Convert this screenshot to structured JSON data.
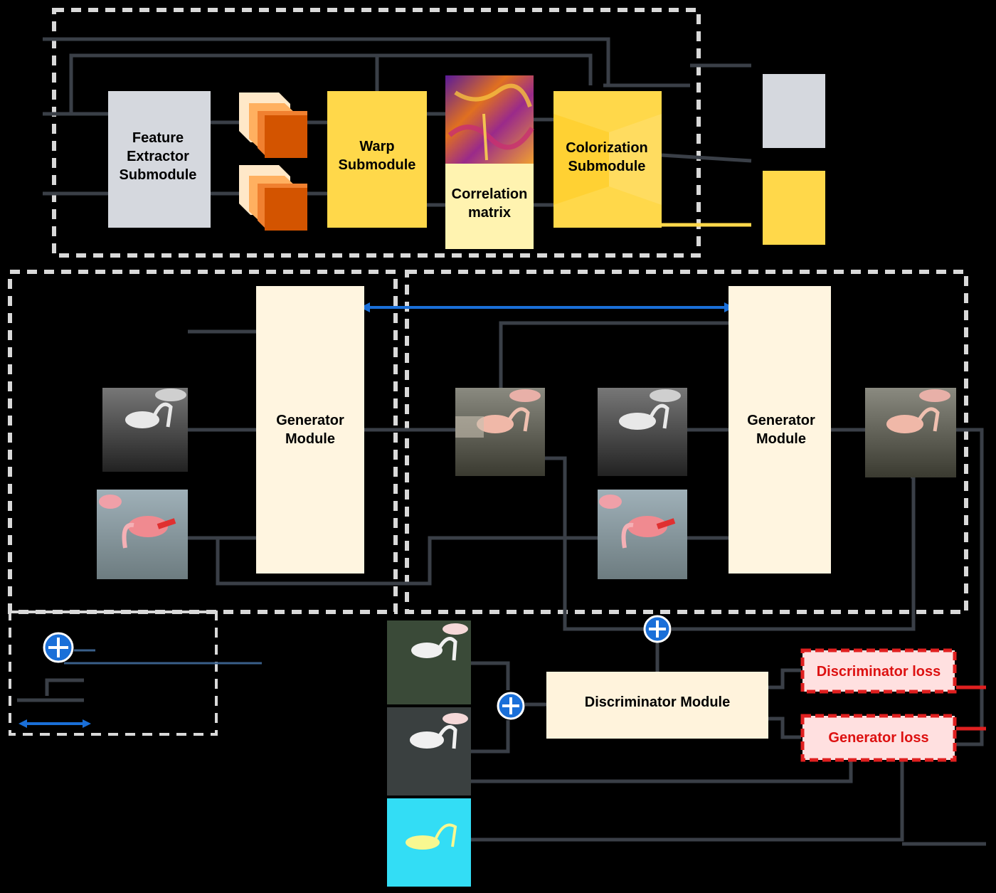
{
  "modules": {
    "feature_extractor": [
      "Feature",
      "Extractor",
      "Submodule"
    ],
    "warp": [
      "Warp",
      "Submodule"
    ],
    "correlation": [
      "Correlation",
      "matrix"
    ],
    "colorization": [
      "Colorization",
      "Submodule"
    ],
    "generator_left": [
      "Generator",
      "Module"
    ],
    "generator_right": [
      "Generator",
      "Module"
    ],
    "discriminator": "Discriminator Module"
  },
  "losses": {
    "discriminator": "Discriminator loss",
    "generator": "Generator loss"
  },
  "colors": {
    "background": "#000000",
    "line": "#3a3f47",
    "dashed_border": "#d9d9d9",
    "feature_box": "#d5d8de",
    "warp_box": "#ffd84a",
    "correlation_box": "#fff3b0",
    "colorization_box": "#ffd84a",
    "generator_box": "#fff5e0",
    "discriminator_box": "#fff3dc",
    "loss_border": "#e02020",
    "loss_fill": "#ffe0e0",
    "arrow_blue": "#1a6fd8",
    "legend_gray": "#d5d8de",
    "legend_yellow": "#ffd84a",
    "feature_map_dark": "#d35400",
    "feature_map_light": "#ffe8c8"
  }
}
